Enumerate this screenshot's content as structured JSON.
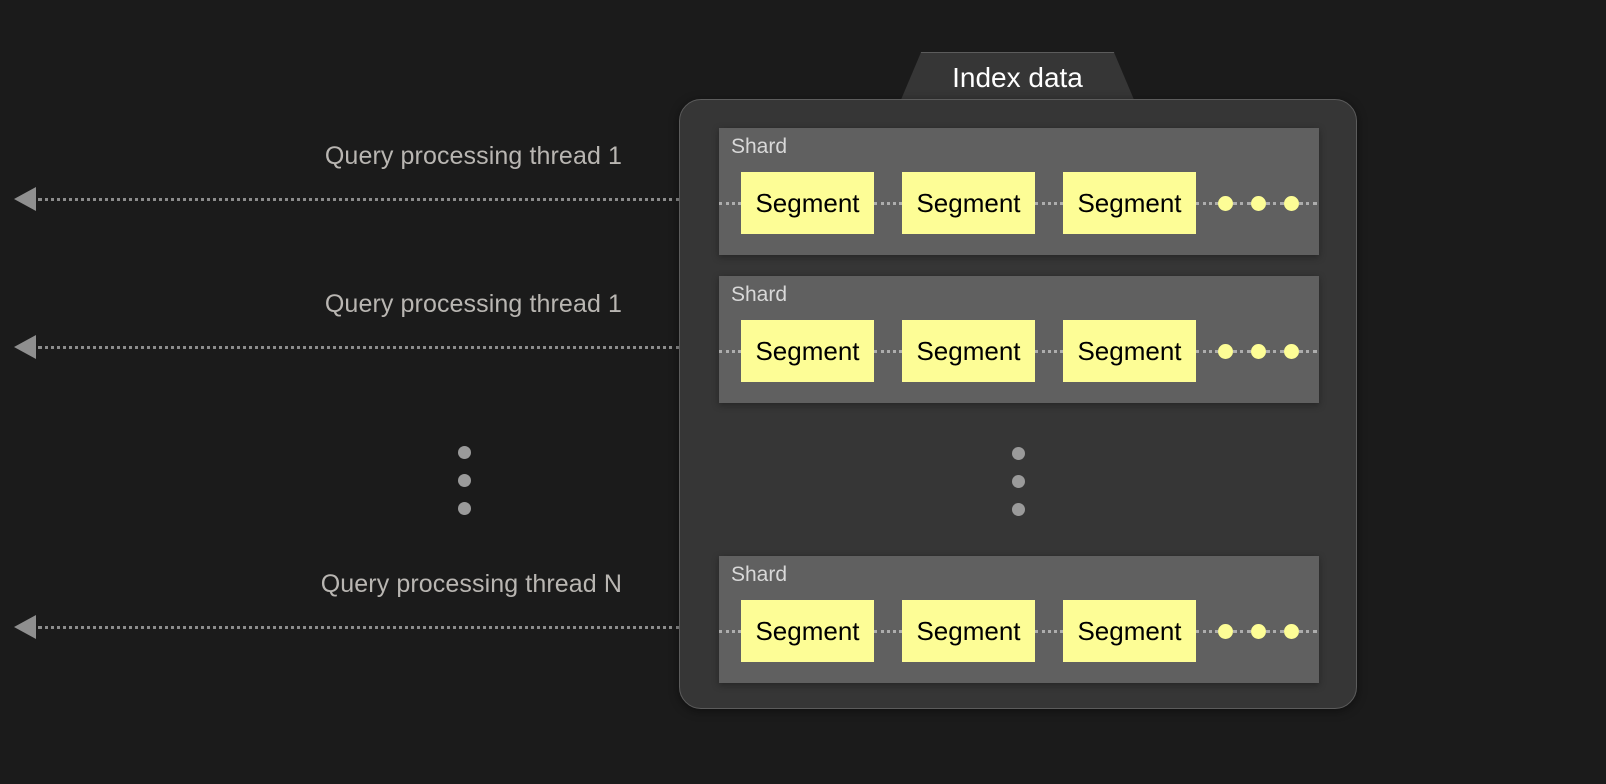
{
  "diagram": {
    "title": "Index data",
    "background_color": "#1b1b1b",
    "panel_color": "#363636",
    "shard_color": "#606060",
    "segment_color": "#fdfd96",
    "line_color": "#8c8c8c",
    "label_color": "#b9b6b2"
  },
  "threads": [
    {
      "label": "Query processing thread 1"
    },
    {
      "label": "Query processing thread 1"
    },
    {
      "label": "Query processing thread N"
    }
  ],
  "shards": [
    {
      "label": "Shard",
      "segments": [
        {
          "label": "Segment"
        },
        {
          "label": "Segment"
        },
        {
          "label": "Segment"
        }
      ],
      "ellipsis_dots": 3
    },
    {
      "label": "Shard",
      "segments": [
        {
          "label": "Segment"
        },
        {
          "label": "Segment"
        },
        {
          "label": "Segment"
        }
      ],
      "ellipsis_dots": 3
    },
    {
      "label": "Shard",
      "segments": [
        {
          "label": "Segment"
        },
        {
          "label": "Segment"
        },
        {
          "label": "Segment"
        }
      ],
      "ellipsis_dots": 3
    }
  ],
  "vertical_ellipsis": {
    "left": {
      "dots": 3
    },
    "panel": {
      "dots": 3
    }
  }
}
